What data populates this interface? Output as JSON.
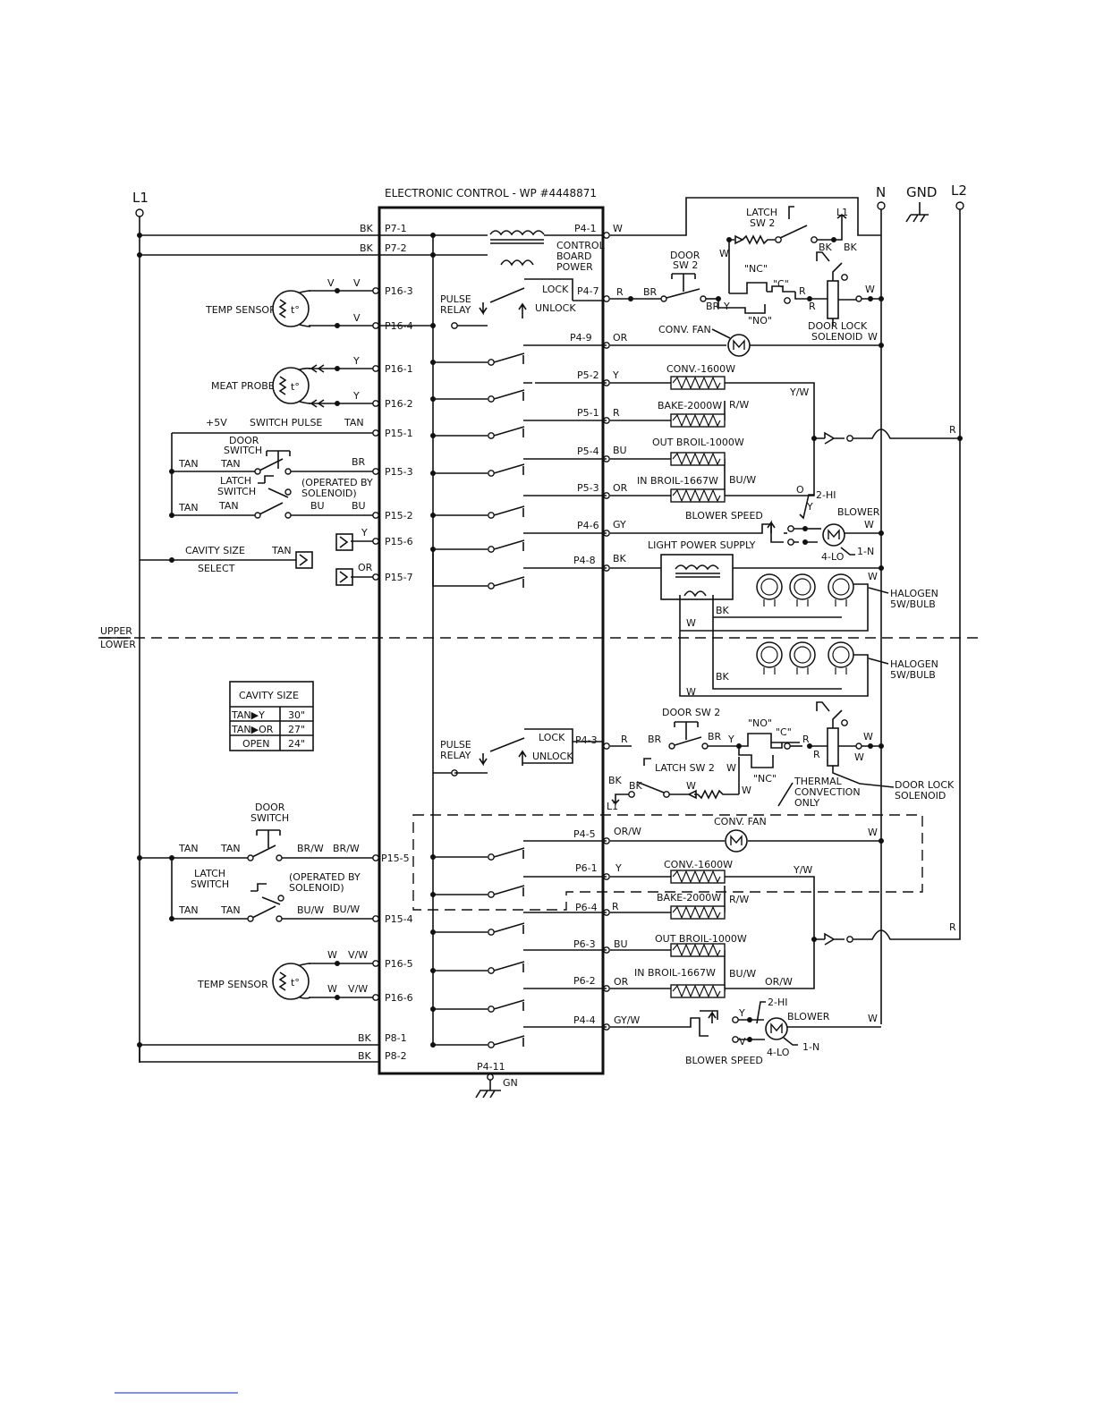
{
  "title": "ELECTRONIC CONTROL - WP #4448871",
  "terminals": {
    "l1": "L1",
    "n": "N",
    "gnd": "GND",
    "l2": "L2"
  },
  "divider": {
    "upper": "UPPER",
    "lower": "LOWER"
  },
  "left_pins": [
    {
      "pin": "P7-1",
      "wire": "BK"
    },
    {
      "pin": "P7-2",
      "wire": "BK"
    },
    {
      "pin": "P16-3",
      "wire": "V"
    },
    {
      "pin": "P16-4",
      "wire": "V"
    },
    {
      "pin": "P16-1",
      "wire": "Y"
    },
    {
      "pin": "P16-2",
      "wire": "Y"
    },
    {
      "pin": "P15-1",
      "wire": "TAN"
    },
    {
      "pin": "P15-3",
      "wire": "BR"
    },
    {
      "pin": "P15-2",
      "wire": "BU"
    },
    {
      "pin": "P15-6",
      "wire": "Y"
    },
    {
      "pin": "P15-7",
      "wire": "OR"
    },
    {
      "pin": "P15-5",
      "wire": "BR/W"
    },
    {
      "pin": "P15-4",
      "wire": "BU/W"
    },
    {
      "pin": "P16-5",
      "wire": "V/W"
    },
    {
      "pin": "P16-6",
      "wire": "V/W"
    },
    {
      "pin": "P8-1",
      "wire": "BK"
    },
    {
      "pin": "P8-2",
      "wire": "BK"
    }
  ],
  "right_pins": [
    {
      "pin": "P4-1",
      "wire": "W"
    },
    {
      "pin": "P4-7",
      "wire": "R"
    },
    {
      "pin": "P4-9",
      "wire": "OR"
    },
    {
      "pin": "P5-2",
      "wire": "Y"
    },
    {
      "pin": "P5-1",
      "wire": "R"
    },
    {
      "pin": "P5-4",
      "wire": "BU"
    },
    {
      "pin": "P5-3",
      "wire": "OR"
    },
    {
      "pin": "P4-6",
      "wire": "GY"
    },
    {
      "pin": "P4-8",
      "wire": "BK"
    },
    {
      "pin": "P4-3",
      "wire": "R"
    },
    {
      "pin": "P4-5",
      "wire": "OR/W"
    },
    {
      "pin": "P6-1",
      "wire": "Y"
    },
    {
      "pin": "P6-4",
      "wire": "R"
    },
    {
      "pin": "P6-3",
      "wire": "BU"
    },
    {
      "pin": "P6-2",
      "wire": "OR"
    },
    {
      "pin": "P4-4",
      "wire": "GY/W"
    }
  ],
  "ground_pin": {
    "pin": "P4-11",
    "wire": "GN"
  },
  "upper": {
    "control_board_power": [
      "CONTROL",
      "BOARD",
      "POWER"
    ],
    "pulse_relay": [
      "PULSE",
      "RELAY"
    ],
    "lock": "LOCK",
    "unlock": "UNLOCK",
    "temp_sensor": "TEMP SENSOR",
    "meat_probe": "MEAT PROBE",
    "sensor_symbol": "t°",
    "plus5v": "+5V",
    "switch_pulse": "SWITCH PULSE",
    "door_switch": [
      "DOOR",
      "SWITCH"
    ],
    "latch_switch": [
      "LATCH",
      "SWITCH"
    ],
    "operated_by": [
      "(OPERATED BY",
      "SOLENOID)"
    ],
    "cavity_size_select": [
      "CAVITY SIZE",
      "SELECT"
    ],
    "door_sw2": [
      "DOOR",
      "SW 2"
    ],
    "latch_sw2": [
      "LATCH",
      "SW 2"
    ],
    "nc": "\"NC\"",
    "c": "\"C\"",
    "no": "\"NO\"",
    "door_lock_solenoid": [
      "DOOR LOCK",
      "SOLENOID"
    ],
    "conv_fan": "CONV. FAN",
    "conv": "CONV.-1600W",
    "bake": "BAKE-2000W",
    "out_broil": "OUT BROIL-1000W",
    "in_broil": "IN BROIL-1667W",
    "blower_speed": "BLOWER SPEED",
    "blower": "BLOWER",
    "hi": "2-HI",
    "lo": "4-LO",
    "n1": "1-N",
    "light_power_supply": "LIGHT POWER SUPPLY",
    "halogen": [
      "HALOGEN",
      "5W/BULB"
    ],
    "wire_labels": [
      "W",
      "BK",
      "BK",
      "BR",
      "Y",
      "R",
      "R",
      "R/W",
      "Y/W",
      "BU/W",
      "O",
      "Y",
      "V",
      "W",
      "BK",
      "W",
      "W",
      "W",
      "W",
      "W",
      "W",
      "R"
    ]
  },
  "lower": {
    "pulse_relay": [
      "PULSE",
      "RELAY"
    ],
    "lock": "LOCK",
    "unlock": "UNLOCK",
    "door_switch": [
      "DOOR",
      "SWITCH"
    ],
    "latch_switch": [
      "LATCH",
      "SWITCH"
    ],
    "operated_by": [
      "(OPERATED BY",
      "SOLENOID)"
    ],
    "temp_sensor": "TEMP SENSOR",
    "door_sw2": "DOOR SW 2",
    "latch_sw2": "LATCH SW 2",
    "no": "\"NO\"",
    "c": "\"C\"",
    "nc": "\"NC\"",
    "door_lock_solenoid": [
      "DOOR LOCK",
      "SOLENOID"
    ],
    "thermal_convection": [
      "THERMAL",
      "CONVECTION",
      "ONLY"
    ],
    "conv_fan": "CONV. FAN",
    "conv": "CONV.-1600W",
    "bake": "BAKE-2000W",
    "out_broil": "OUT BROIL-1000W",
    "in_broil": "IN BROIL-1667W",
    "blower": "BLOWER",
    "blower_speed": "BLOWER SPEED",
    "hi": "2-HI",
    "lo": "4-LO",
    "n1": "1-N",
    "l1": "L1"
  },
  "cavity_table": {
    "title": "CAVITY SIZE",
    "rows": [
      {
        "code": "TAN▶Y",
        "size": "30\""
      },
      {
        "code": "TAN▶OR",
        "size": "27\""
      },
      {
        "code": "OPEN",
        "size": "24\""
      }
    ]
  }
}
